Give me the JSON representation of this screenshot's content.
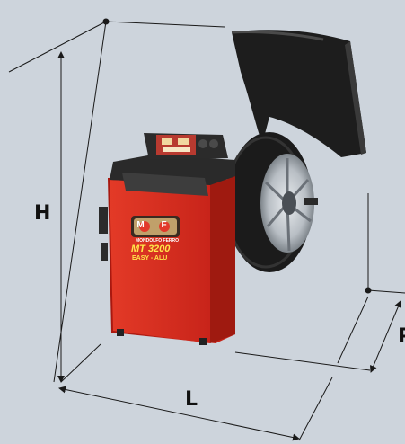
{
  "dimensions": {
    "height_label": "H",
    "length_label": "L",
    "depth_label": "P"
  },
  "machine": {
    "brand": "MONDOLFO FERRO",
    "model": "MT 3200",
    "variant": "EASY - ALU",
    "logo_letters": "M F",
    "body_color": "#d42a1c",
    "tyre_color": "#1b1b1b",
    "rim_color": "#c8cdd2"
  },
  "colors": {
    "background": "#cdd4dc",
    "dimension_lines": "#1a1a1a"
  }
}
